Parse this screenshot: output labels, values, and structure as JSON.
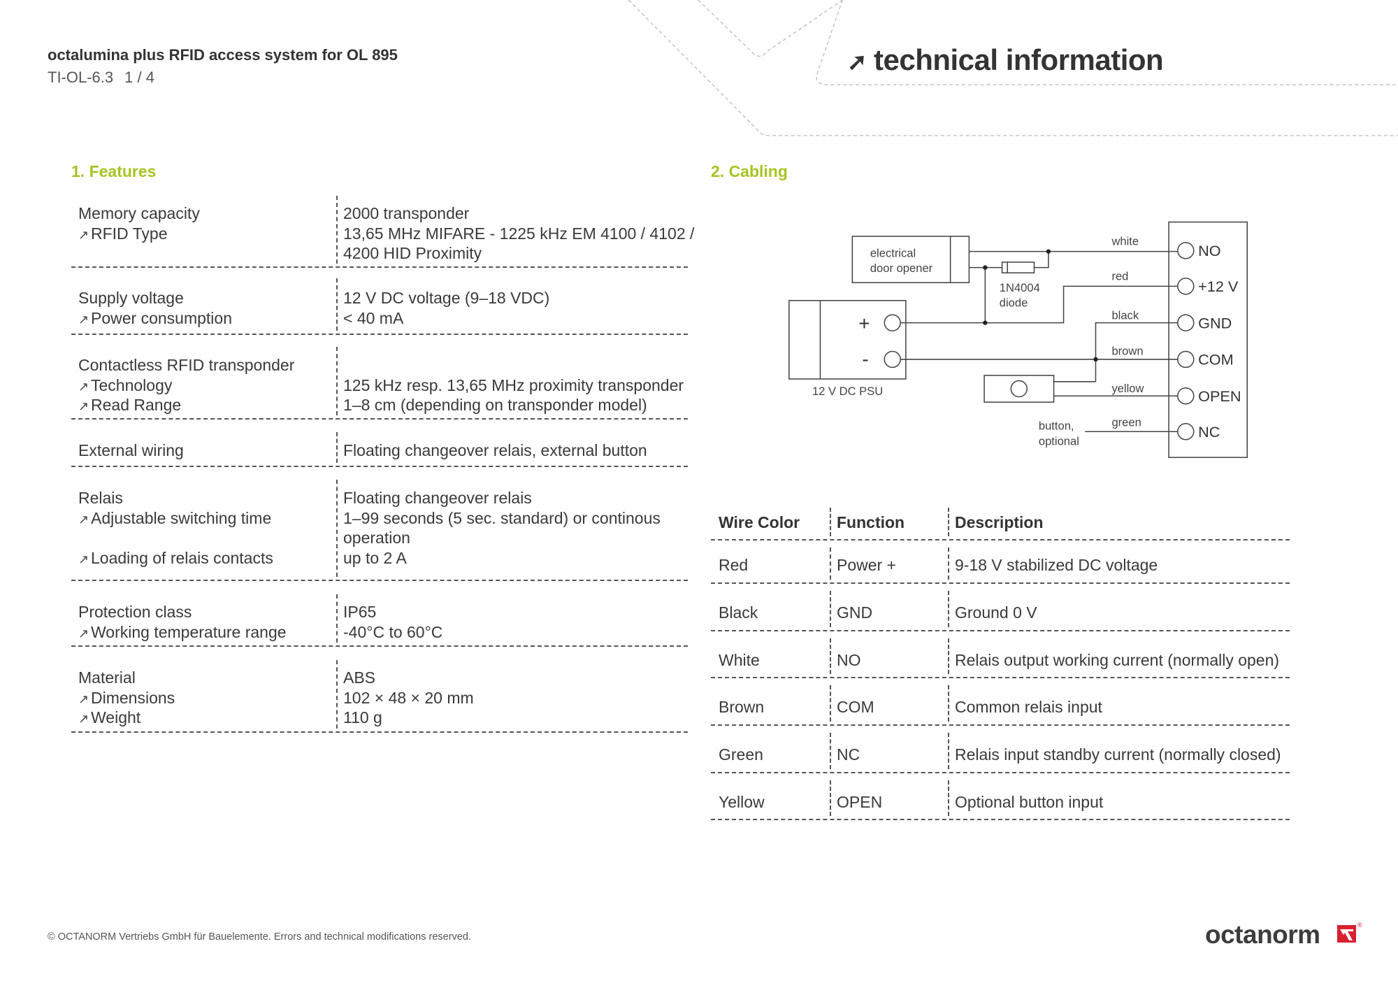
{
  "header": {
    "title": "octalumina plus RFID access system for OL 895",
    "code": "TI-OL-6.3",
    "page": "1 / 4",
    "section_title": "technical information"
  },
  "features": {
    "heading": "1. Features",
    "rows": [
      {
        "left": [
          {
            "t": "Memory capacity"
          },
          {
            "t": "RFID Type",
            "sub": true
          }
        ],
        "right": [
          "2000 transponder",
          "13,65 MHz MIFARE - 1225 kHz EM 4100 / 4102 /",
          "4200 HID Proximity"
        ]
      },
      {
        "left": [
          {
            "t": "Supply voltage"
          },
          {
            "t": "Power consumption",
            "sub": true
          }
        ],
        "right": [
          "12 V DC voltage (9–18 VDC)",
          "< 40 mA"
        ]
      },
      {
        "left": [
          {
            "t": "Contactless RFID transponder"
          },
          {
            "t": "Technology",
            "sub": true
          },
          {
            "t": "Read Range",
            "sub": true
          }
        ],
        "right": [
          "",
          "125 kHz resp. 13,65 MHz proximity transponder",
          "1–8 cm (depending on transponder model)"
        ]
      },
      {
        "left": [
          {
            "t": "External wiring"
          }
        ],
        "right": [
          "Floating changeover relais, external button"
        ]
      },
      {
        "left": [
          {
            "t": "Relais"
          },
          {
            "t": "Adjustable switching time",
            "sub": true
          },
          {
            "t": ""
          },
          {
            "t": "Loading of relais contacts",
            "sub": true
          }
        ],
        "right": [
          "Floating changeover relais",
          "1–99 seconds (5 sec. standard) or continous",
          "operation",
          "up to 2 A"
        ]
      },
      {
        "left": [
          {
            "t": "Protection class"
          },
          {
            "t": "Working temperature range",
            "sub": true
          }
        ],
        "right": [
          "IP65",
          "-40°C to 60°C"
        ]
      },
      {
        "left": [
          {
            "t": "Material"
          },
          {
            "t": "Dimensions",
            "sub": true
          },
          {
            "t": "Weight",
            "sub": true
          }
        ],
        "right": [
          "ABS",
          "102 × 48 × 20 mm",
          "110 g"
        ]
      }
    ]
  },
  "cabling": {
    "heading": "2. Cabling",
    "diagram": {
      "door_opener": [
        "electrical",
        "door opener"
      ],
      "diode": [
        "1N4004",
        "diode"
      ],
      "psu": "12 V DC PSU",
      "plus": "+",
      "minus": "-",
      "button": [
        "button,",
        "optional"
      ],
      "wires": [
        "white",
        "red",
        "black",
        "brown",
        "yellow",
        "green"
      ],
      "terminals": [
        "NO",
        "+12 V",
        "GND",
        "COM",
        "OPEN",
        "NC"
      ]
    },
    "table": {
      "headers": [
        "Wire Color",
        "Function",
        "Description"
      ],
      "rows": [
        [
          "Red",
          "Power +",
          "9-18 V stabilized DC voltage"
        ],
        [
          "Black",
          "GND",
          "Ground 0 V"
        ],
        [
          "White",
          "NO",
          "Relais output working current (normally open)"
        ],
        [
          "Brown",
          "COM",
          "Common relais input"
        ],
        [
          "Green",
          "NC",
          "Relais input standby current (normally closed)"
        ],
        [
          "Yellow",
          "OPEN",
          "Optional button input"
        ]
      ]
    }
  },
  "footer": {
    "copyright": "© OCTANORM Vertriebs GmbH für Bauelemente. Errors and technical modifications reserved.",
    "logo": "octanorm"
  },
  "colors": {
    "accent": "#a5c522",
    "brand": "#d9202f",
    "text": "#3a3a3a"
  }
}
